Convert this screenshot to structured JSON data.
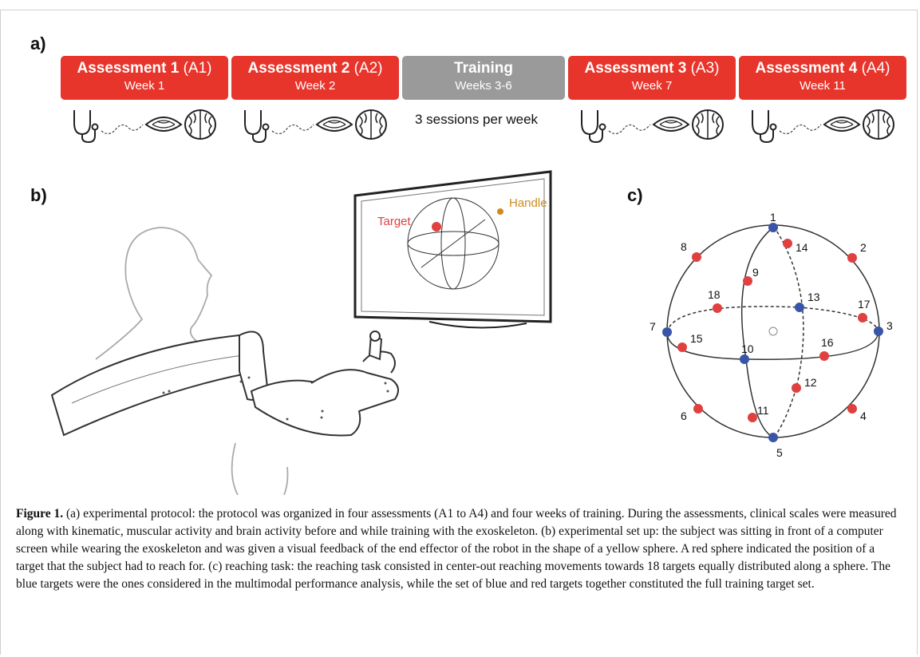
{
  "panels": {
    "a": "a)",
    "b": "b)",
    "c": "c)"
  },
  "timeline": [
    {
      "title": "Assessment 1",
      "abbr": "(A1)",
      "week": "Week 1",
      "color": "#e8352b"
    },
    {
      "title": "Assessment 2",
      "abbr": "(A2)",
      "week": "Week 2",
      "color": "#e8352b"
    },
    {
      "title": "Training",
      "abbr": "",
      "week": "Weeks 3-6",
      "color": "#9a9a9a"
    },
    {
      "title": "Assessment 3",
      "abbr": "(A3)",
      "week": "Week 7",
      "color": "#e8352b"
    },
    {
      "title": "Assessment 4",
      "abbr": "(A4)",
      "week": "Week 11",
      "color": "#e8352b"
    }
  ],
  "training_note": "3 sessions per week",
  "icons": [
    "stethoscope-icon",
    "emg-wire-icon",
    "muscle-icon",
    "brain-icon"
  ],
  "setup": {
    "target_label": "Target",
    "handle_label": "Handle",
    "target_color": "#e04040",
    "handle_color": "#d08a20"
  },
  "sphere_targets": [
    {
      "n": "1",
      "color": "blue"
    },
    {
      "n": "2",
      "color": "red"
    },
    {
      "n": "3",
      "color": "blue"
    },
    {
      "n": "4",
      "color": "red"
    },
    {
      "n": "5",
      "color": "blue"
    },
    {
      "n": "6",
      "color": "red"
    },
    {
      "n": "7",
      "color": "blue"
    },
    {
      "n": "8",
      "color": "red"
    },
    {
      "n": "9",
      "color": "red"
    },
    {
      "n": "10",
      "color": "blue"
    },
    {
      "n": "11",
      "color": "red"
    },
    {
      "n": "12",
      "color": "red"
    },
    {
      "n": "13",
      "color": "blue"
    },
    {
      "n": "14",
      "color": "red"
    },
    {
      "n": "15",
      "color": "red"
    },
    {
      "n": "16",
      "color": "red"
    },
    {
      "n": "17",
      "color": "red"
    },
    {
      "n": "18",
      "color": "red"
    }
  ],
  "colors": {
    "red": "#e04040",
    "blue": "#3a55a8"
  },
  "caption": {
    "label": "Figure 1.",
    "text": " (a) experimental protocol: the protocol was organized in four assessments (A1 to A4) and four weeks of training. During the assessments, clinical scales were measured along with kinematic, muscular activity and brain activity before and while training with the exoskeleton. (b) experimental set up: the subject was sitting in front of a computer screen while wearing the exoskeleton and was given a visual feedback of the end effector of the robot in the shape of a yellow sphere. A red sphere indicated the position of a target that the subject had to reach for. (c) reaching task: the reaching task consisted in center-out reaching movements towards 18 targets equally distributed along a sphere. The blue targets were the ones considered in the multimodal performance analysis, while the set of blue and red targets together constituted the full training target set."
  }
}
